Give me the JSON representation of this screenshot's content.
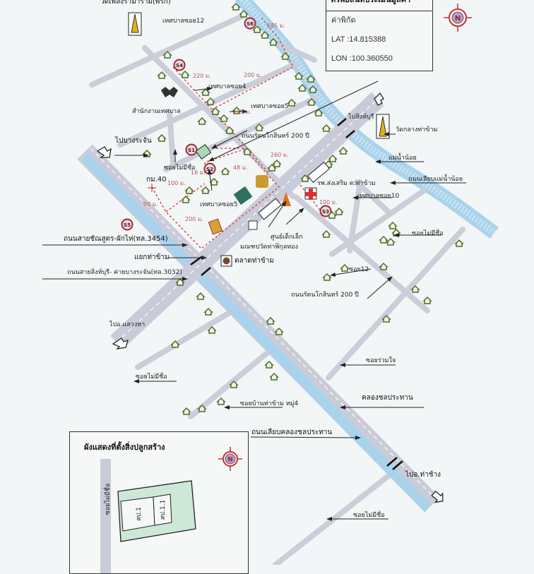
{
  "info_box": {
    "title": "ทรัพย์สินที่ประเมินมูลค่า",
    "coord_label": "ค่าพิกัด",
    "lat": "LAT :14.815388",
    "lon": "LON :100.360550"
  },
  "landmarks": {
    "temple_north": "วัดเพลงรามาราม(พรัก)",
    "municipal_office": "สำนักงานเทศบาล",
    "temple_east": "วัดกลางท่าข้าม",
    "hospital": "รพ.ส่งเสริม ต.ท่าข้าม",
    "childcare": "ศูนย์เด็กเล็ก",
    "shrine": "มณฑปวัดท่าพิกุลทอง",
    "market": "ตลาดท่าข้าม",
    "km_marker": "กม.40"
  },
  "roads": {
    "soi12_muni": "เทศบาลซอย12",
    "soi4_muni": "เทศบาลซอย4",
    "soi5_muni": "เทศบาลซอย5",
    "soi5_muni_b": "เทศบาลซอย5",
    "soi10_muni": "เทศบาลซอย10",
    "rattanakosin_1": "ถนนรัตนโกสินทร์ 200 ปี",
    "rattanakosin_2": "ถนนรัตนโกสินทร์ 200 ปี",
    "to_bang_rachan": "ไปบางระจัน",
    "to_sing_buri": "ไปสิงห์บุรี",
    "to_sawaeng_ha": "ไปอ.แสวงหา",
    "to_tha_chang": "ไปอ.ท่าช้าง",
    "unnamed_soi_1": "ซอยไม่มีชื่อ",
    "unnamed_soi_2": "ซอยไม่มีชื่อ",
    "unnamed_soi_3": "ซอยไม่มีชื่อ",
    "unnamed_soi_4": "ซอยไม่มีชื่อ",
    "noi_river": "แม่น้ำน้อย",
    "noi_river_road": "ถนนเลียบแม่น้ำน้อย",
    "hwy_3454": "ถนนสายชัณสูตร-ผักไห่(ทล.3454)",
    "junction": "แยกท่าข้าม",
    "hwy_3032": "ถนนสายสิงห์บุรี- ค่ายบางระจัน(ทล.3032)",
    "soi12": "ซอย12",
    "soi_ruamjai": "ซอยร่วมใจ",
    "canal": "คลองชลประทาน",
    "soi_ban_tha_kham": "ซอยบ้านท่าข้าม หมู่4",
    "canal_road": "ถนนเลียบคลองชลประทาน"
  },
  "markers": [
    "S1",
    "S2",
    "S3",
    "S4",
    "S5",
    "S6"
  ],
  "distances": {
    "d185": "185 ม.",
    "d220": "220 ม.",
    "d200a": "200 ม.",
    "d125": "125 ม.",
    "d260": "260 ม.",
    "d48": "48 ม.",
    "d16": "16 ม.",
    "d100a": "100 ม.",
    "d90": "90 ม.",
    "d200b": "200 ม.",
    "d100b": "100 ม."
  },
  "compass": "N",
  "inset": {
    "title": "ผังแสดงที่ตั้งสิ่งปลูกสร้าง",
    "road": "ซอยไม่มีชื่อ",
    "building_1": "สป.1",
    "building_2": "สป.1.1",
    "compass": "N"
  },
  "colors": {
    "road": "#c9ccd8",
    "canal": "#a9d3ec",
    "house": "#4d6b2a",
    "route": "#d24b4b",
    "marker": "#9a2b3a"
  }
}
